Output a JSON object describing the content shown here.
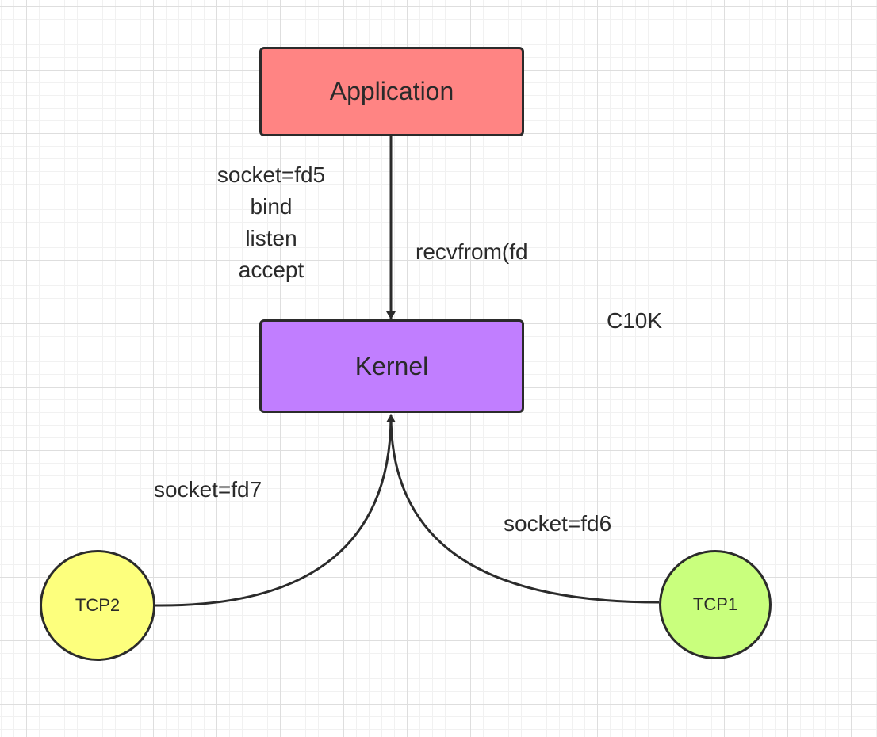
{
  "nodes": {
    "application": "Application",
    "kernel": "Kernel",
    "tcp1": "TCP1",
    "tcp2": "TCP2"
  },
  "labels": {
    "setup_steps": [
      "socket=fd5",
      "bind",
      "listen",
      "accept"
    ],
    "recv_call": "recvfrom(fd",
    "c10k": "C10K",
    "tcp2_socket": "socket=fd7",
    "tcp1_socket": "socket=fd6"
  },
  "colors": {
    "application_fill": "#ff8483",
    "kernel_fill": "#c17eff",
    "tcp2_fill": "#fdff7d",
    "tcp1_fill": "#c9ff7d",
    "stroke": "#2b2b2b"
  }
}
